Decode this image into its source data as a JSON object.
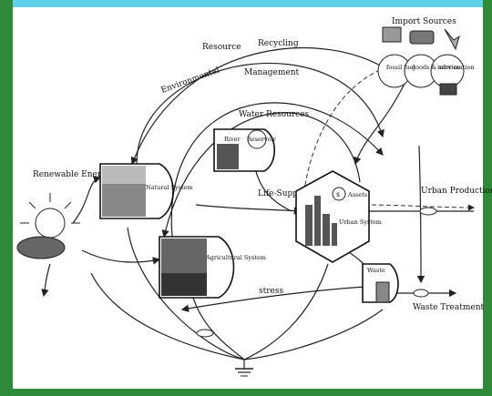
{
  "labels": {
    "import_sources": "Import Sources",
    "fossil_fuel": "fossil fuel",
    "goods_service": "goods & service",
    "information": "infor-mation",
    "resource": "Resource",
    "recycling": "Recycling",
    "environmental": "Environmental",
    "management": "Management",
    "water_resources": "Water Resources",
    "river": "River",
    "reservoir": "Reservoir",
    "renewable_energy": "Renewable Energy",
    "natural_system": "Natural System",
    "life_support_service": "Life-Support Service",
    "urban_system": "Urban System",
    "assets": "Assets",
    "urban_production": "Urban Production",
    "agricultural_system": "Agricultural System",
    "stress": "stress",
    "waste": "Waste",
    "waste_treatment": "Waste Treatment"
  },
  "colors": {
    "top_band": "#5fd1e8",
    "side_band": "#2f8a3a",
    "ink": "#222222"
  }
}
